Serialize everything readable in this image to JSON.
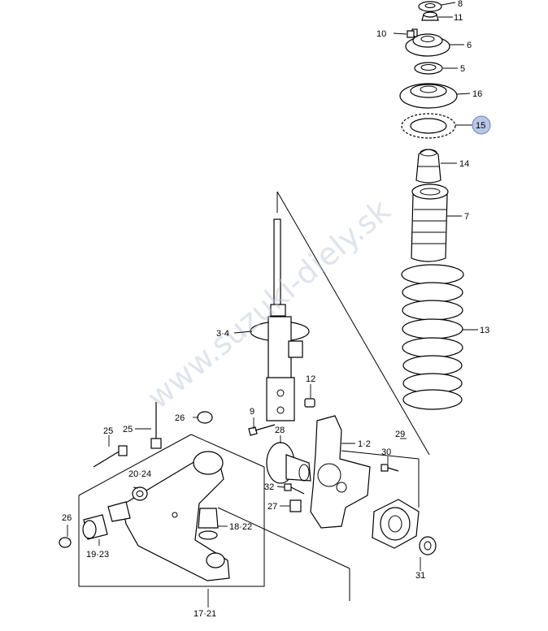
{
  "watermark": "www.suzuki-diely.sk",
  "highlight_color": "#b9c6e6",
  "callouts": {
    "c8": "8",
    "c11": "11",
    "c10": "10",
    "c6": "6",
    "c5": "5",
    "c16": "16",
    "c15": "15",
    "c14": "14",
    "c7": "7",
    "c13": "13",
    "c3_4": "3·4",
    "c12": "12",
    "c9": "9",
    "c26a": "26",
    "c25": "25",
    "c28": "28",
    "c1_2": "1·2",
    "c29": "29",
    "c30": "30",
    "c32": "32",
    "c27": "27",
    "c20_24": "20·24",
    "c18_22": "18·22",
    "c26b": "26",
    "c19_23": "19·23",
    "c31": "31",
    "c17_21": "17·21"
  }
}
